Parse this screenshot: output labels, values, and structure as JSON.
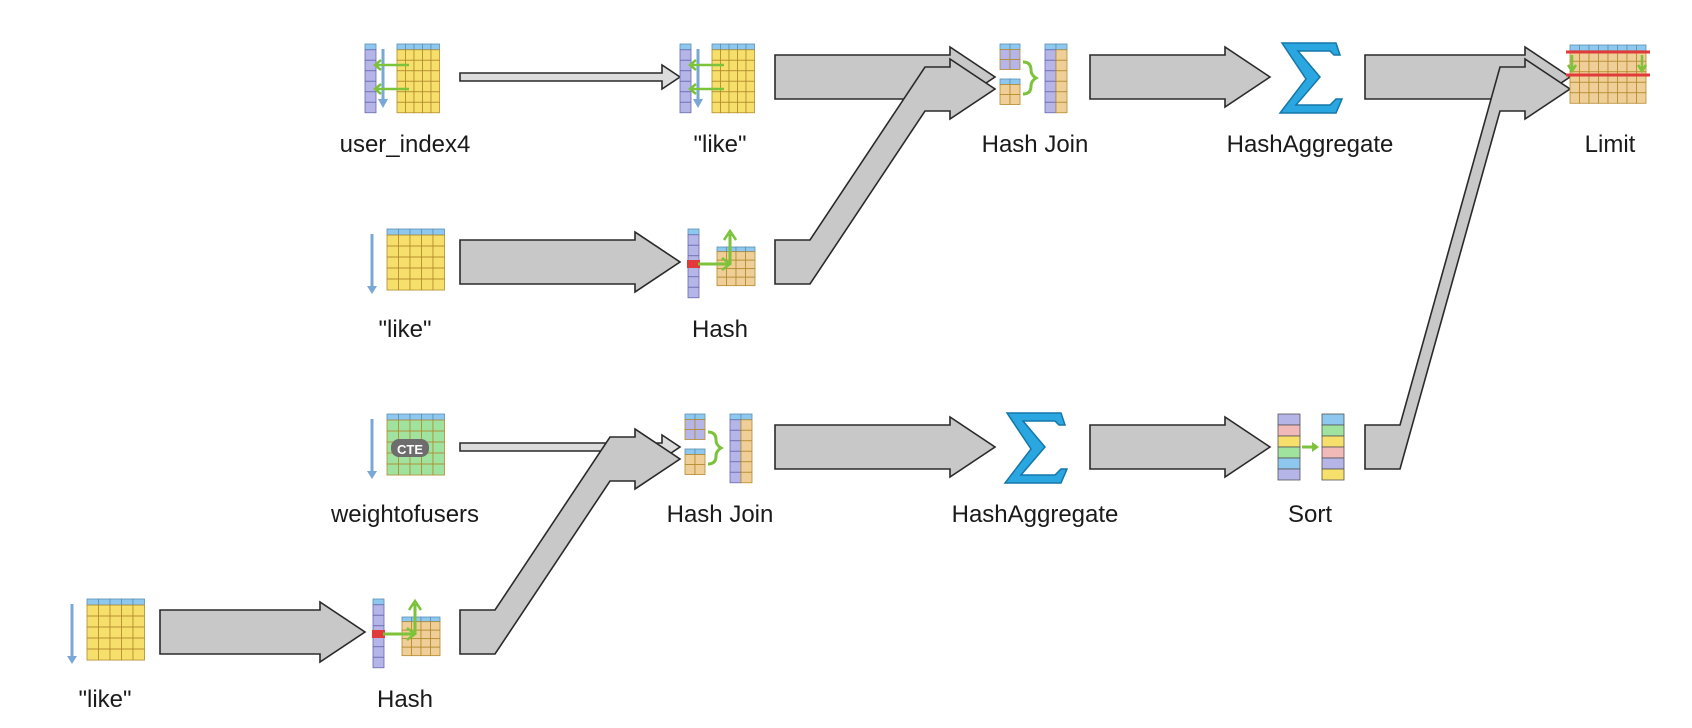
{
  "diagram": {
    "title": "",
    "nodes": [
      {
        "id": "n1",
        "label": "user_index4",
        "icon": "index-scan-icon"
      },
      {
        "id": "n2",
        "label": "\"like\"",
        "icon": "index-scan-icon"
      },
      {
        "id": "n3",
        "label": "Hash Join",
        "icon": "hash-join-icon"
      },
      {
        "id": "n4",
        "label": "HashAggregate",
        "icon": "sigma-aggregate-icon"
      },
      {
        "id": "n5",
        "label": "Limit",
        "icon": "limit-icon"
      },
      {
        "id": "n6",
        "label": "\"like\"",
        "icon": "seq-scan-icon"
      },
      {
        "id": "n7",
        "label": "Hash",
        "icon": "hash-icon"
      },
      {
        "id": "n8",
        "label": "weightofusers",
        "icon": "cte-scan-icon",
        "badge": "CTE"
      },
      {
        "id": "n9",
        "label": "Hash Join",
        "icon": "hash-join-icon"
      },
      {
        "id": "n10",
        "label": "HashAggregate",
        "icon": "sigma-aggregate-icon"
      },
      {
        "id": "n11",
        "label": "Sort",
        "icon": "sort-icon"
      },
      {
        "id": "n12",
        "label": "\"like\"",
        "icon": "seq-scan-icon"
      },
      {
        "id": "n13",
        "label": "Hash",
        "icon": "hash-icon"
      }
    ],
    "edges": [
      {
        "from": "n1",
        "to": "n2",
        "weight": "thin"
      },
      {
        "from": "n2",
        "to": "n3",
        "weight": "thick"
      },
      {
        "from": "n7",
        "to": "n3",
        "weight": "thick"
      },
      {
        "from": "n3",
        "to": "n4",
        "weight": "thick"
      },
      {
        "from": "n4",
        "to": "n5",
        "weight": "thick"
      },
      {
        "from": "n11",
        "to": "n5",
        "weight": "thick"
      },
      {
        "from": "n6",
        "to": "n7",
        "weight": "thick"
      },
      {
        "from": "n8",
        "to": "n9",
        "weight": "thin"
      },
      {
        "from": "n13",
        "to": "n9",
        "weight": "thick"
      },
      {
        "from": "n9",
        "to": "n10",
        "weight": "thick"
      },
      {
        "from": "n10",
        "to": "n11",
        "weight": "thick"
      },
      {
        "from": "n12",
        "to": "n13",
        "weight": "thick"
      }
    ]
  },
  "colors": {
    "arrow_fill": "#c8c8c8",
    "arrow_stroke": "#2a2a2a",
    "table_yellow": "#f6df6a",
    "table_header_blue": "#8fc8ee",
    "table_tan": "#efcf97",
    "index_lavender": "#b5b5e8",
    "cte_green": "#9fe39f",
    "sigma_blue": "#2aa6e0",
    "limit_red": "#e03a3a",
    "scan_arrow_blue": "#79a7d6",
    "join_green": "#7cc23a"
  }
}
